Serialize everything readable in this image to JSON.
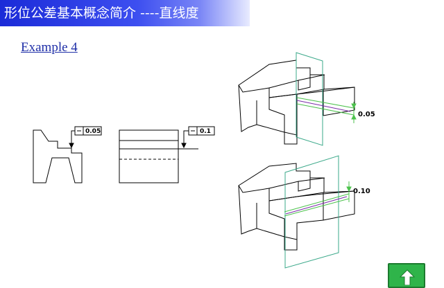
{
  "header": {
    "title": "形位公差基本概念简介  ----直线度"
  },
  "example": {
    "label": "Example 4"
  },
  "callouts": {
    "left_view_tolerance": "0.05",
    "right_view_tolerance": "0.1",
    "upper_iso_value": "0.05",
    "lower_iso_value": "0.10"
  },
  "icons": {
    "straightness_symbol": "straightness-symbol-icon",
    "nav": "up-arrow-icon"
  },
  "colors": {
    "title_bar": "#1b2bd8",
    "example_text": "#1f2fa8",
    "plane": "#3aa889",
    "tolerance_lines": "#4cc24c",
    "nav_button": "#2fb44a"
  }
}
